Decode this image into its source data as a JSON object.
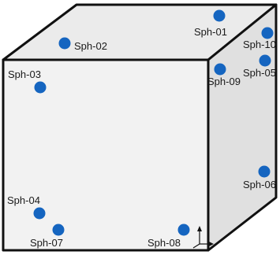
{
  "colors": {
    "face_front": "#f2f2f2",
    "face_top": "#ebebeb",
    "face_side": "#e0e0e0",
    "edge": "#111111",
    "sphere": "#1565c0"
  },
  "spheres": [
    {
      "id": "sph-01",
      "label": "Sph-01",
      "face": "top"
    },
    {
      "id": "sph-02",
      "label": "Sph-02",
      "face": "top"
    },
    {
      "id": "sph-03",
      "label": "Sph-03",
      "face": "front"
    },
    {
      "id": "sph-04",
      "label": "Sph-04",
      "face": "front"
    },
    {
      "id": "sph-05",
      "label": "Sph-05",
      "face": "right"
    },
    {
      "id": "sph-06",
      "label": "Sph-06",
      "face": "right"
    },
    {
      "id": "sph-07",
      "label": "Sph-07",
      "face": "front"
    },
    {
      "id": "sph-08",
      "label": "Sph-08",
      "face": "front"
    },
    {
      "id": "sph-09",
      "label": "Sph-09",
      "face": "right"
    },
    {
      "id": "sph-10",
      "label": "Sph-10",
      "face": "right"
    }
  ],
  "axis_triad": {
    "present": true
  }
}
